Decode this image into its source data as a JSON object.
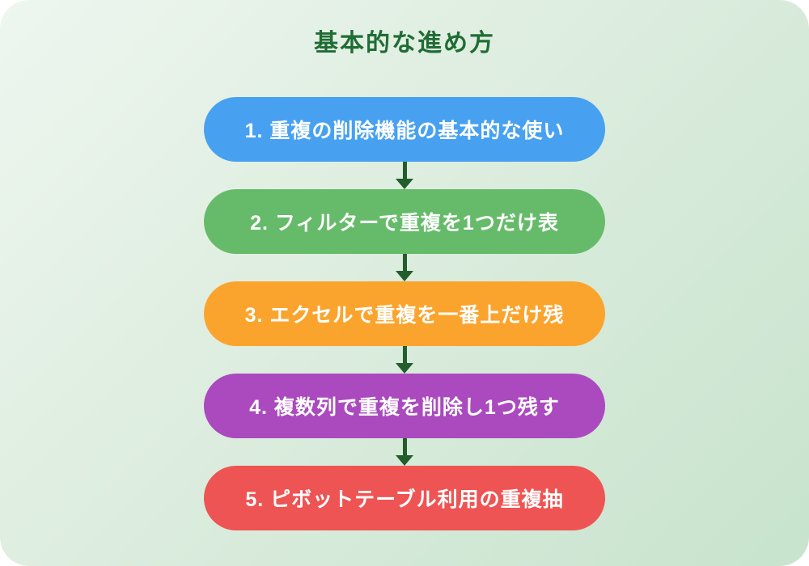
{
  "title": "基本的な進め方",
  "colors": {
    "background_start": "#eef6ef",
    "background_end": "#c7e3cd",
    "title_text": "#1f6d34",
    "arrow": "#215e2b",
    "step_text": "#ffffff"
  },
  "steps": [
    {
      "label": "1. 重複の削除機能の基本的な使い",
      "color": "#47a1f0"
    },
    {
      "label": "2. フィルターで重複を1つだけ表",
      "color": "#66bb6a"
    },
    {
      "label": "3. エクセルで重複を一番上だけ残",
      "color": "#fba42d"
    },
    {
      "label": "4. 複数列で重複を削除し1つ残す",
      "color": "#aa4abe"
    },
    {
      "label": "5. ピボットテーブル利用の重複抽",
      "color": "#ee5453"
    }
  ]
}
